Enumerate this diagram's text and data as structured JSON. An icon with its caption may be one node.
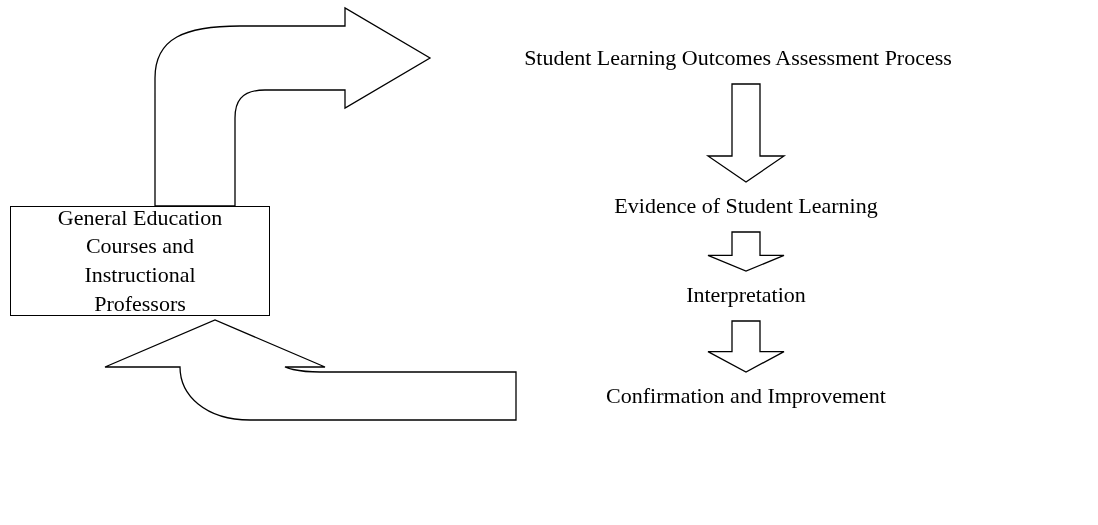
{
  "diagram": {
    "nodes": [
      {
        "text": [
          "General Education Courses and Instructional Professors"
        ]
      },
      {
        "text": [
          "Student Learning Outcomes Assessment Process"
        ]
      },
      {
        "text": [
          "Evidence of Student Learning"
        ]
      },
      {
        "text": [
          "Interpretation"
        ]
      },
      {
        "text": [
          "Confirmation and Improvement"
        ]
      }
    ],
    "edges": [
      {
        "from": 0,
        "to": 1,
        "arrow": "to"
      },
      {
        "from": 1,
        "to": 2,
        "arrow": "to"
      },
      {
        "from": 2,
        "to": 3,
        "arrow": "to"
      },
      {
        "from": 3,
        "to": 4,
        "arrow": "to"
      },
      {
        "from": 4,
        "to": 0,
        "arrow": "to"
      }
    ]
  }
}
